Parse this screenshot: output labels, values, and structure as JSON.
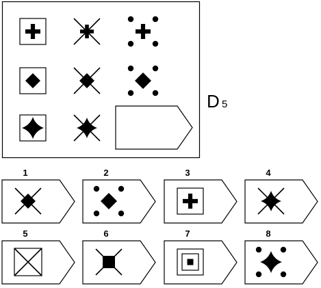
{
  "puzzle": {
    "code_letter": "D",
    "code_number": "5",
    "matrix": [
      [
        "plus-boxed",
        "x-plus",
        "plus-dots"
      ],
      [
        "diamond-boxed",
        "x-diamond",
        "diamond-dots"
      ],
      [
        "star-boxed",
        "x-star",
        "blank-answer"
      ]
    ]
  },
  "options": [
    {
      "label": "1",
      "figure": "x-diamond"
    },
    {
      "label": "2",
      "figure": "diamond-dots"
    },
    {
      "label": "3",
      "figure": "plus-boxed"
    },
    {
      "label": "4",
      "figure": "x-star"
    },
    {
      "label": "5",
      "figure": "x-boxed"
    },
    {
      "label": "6",
      "figure": "x-square-lines"
    },
    {
      "label": "7",
      "figure": "concentric-squares"
    },
    {
      "label": "8",
      "figure": "star-dots"
    }
  ],
  "colors": {
    "ink": "#000000",
    "paper": "#ffffff"
  }
}
